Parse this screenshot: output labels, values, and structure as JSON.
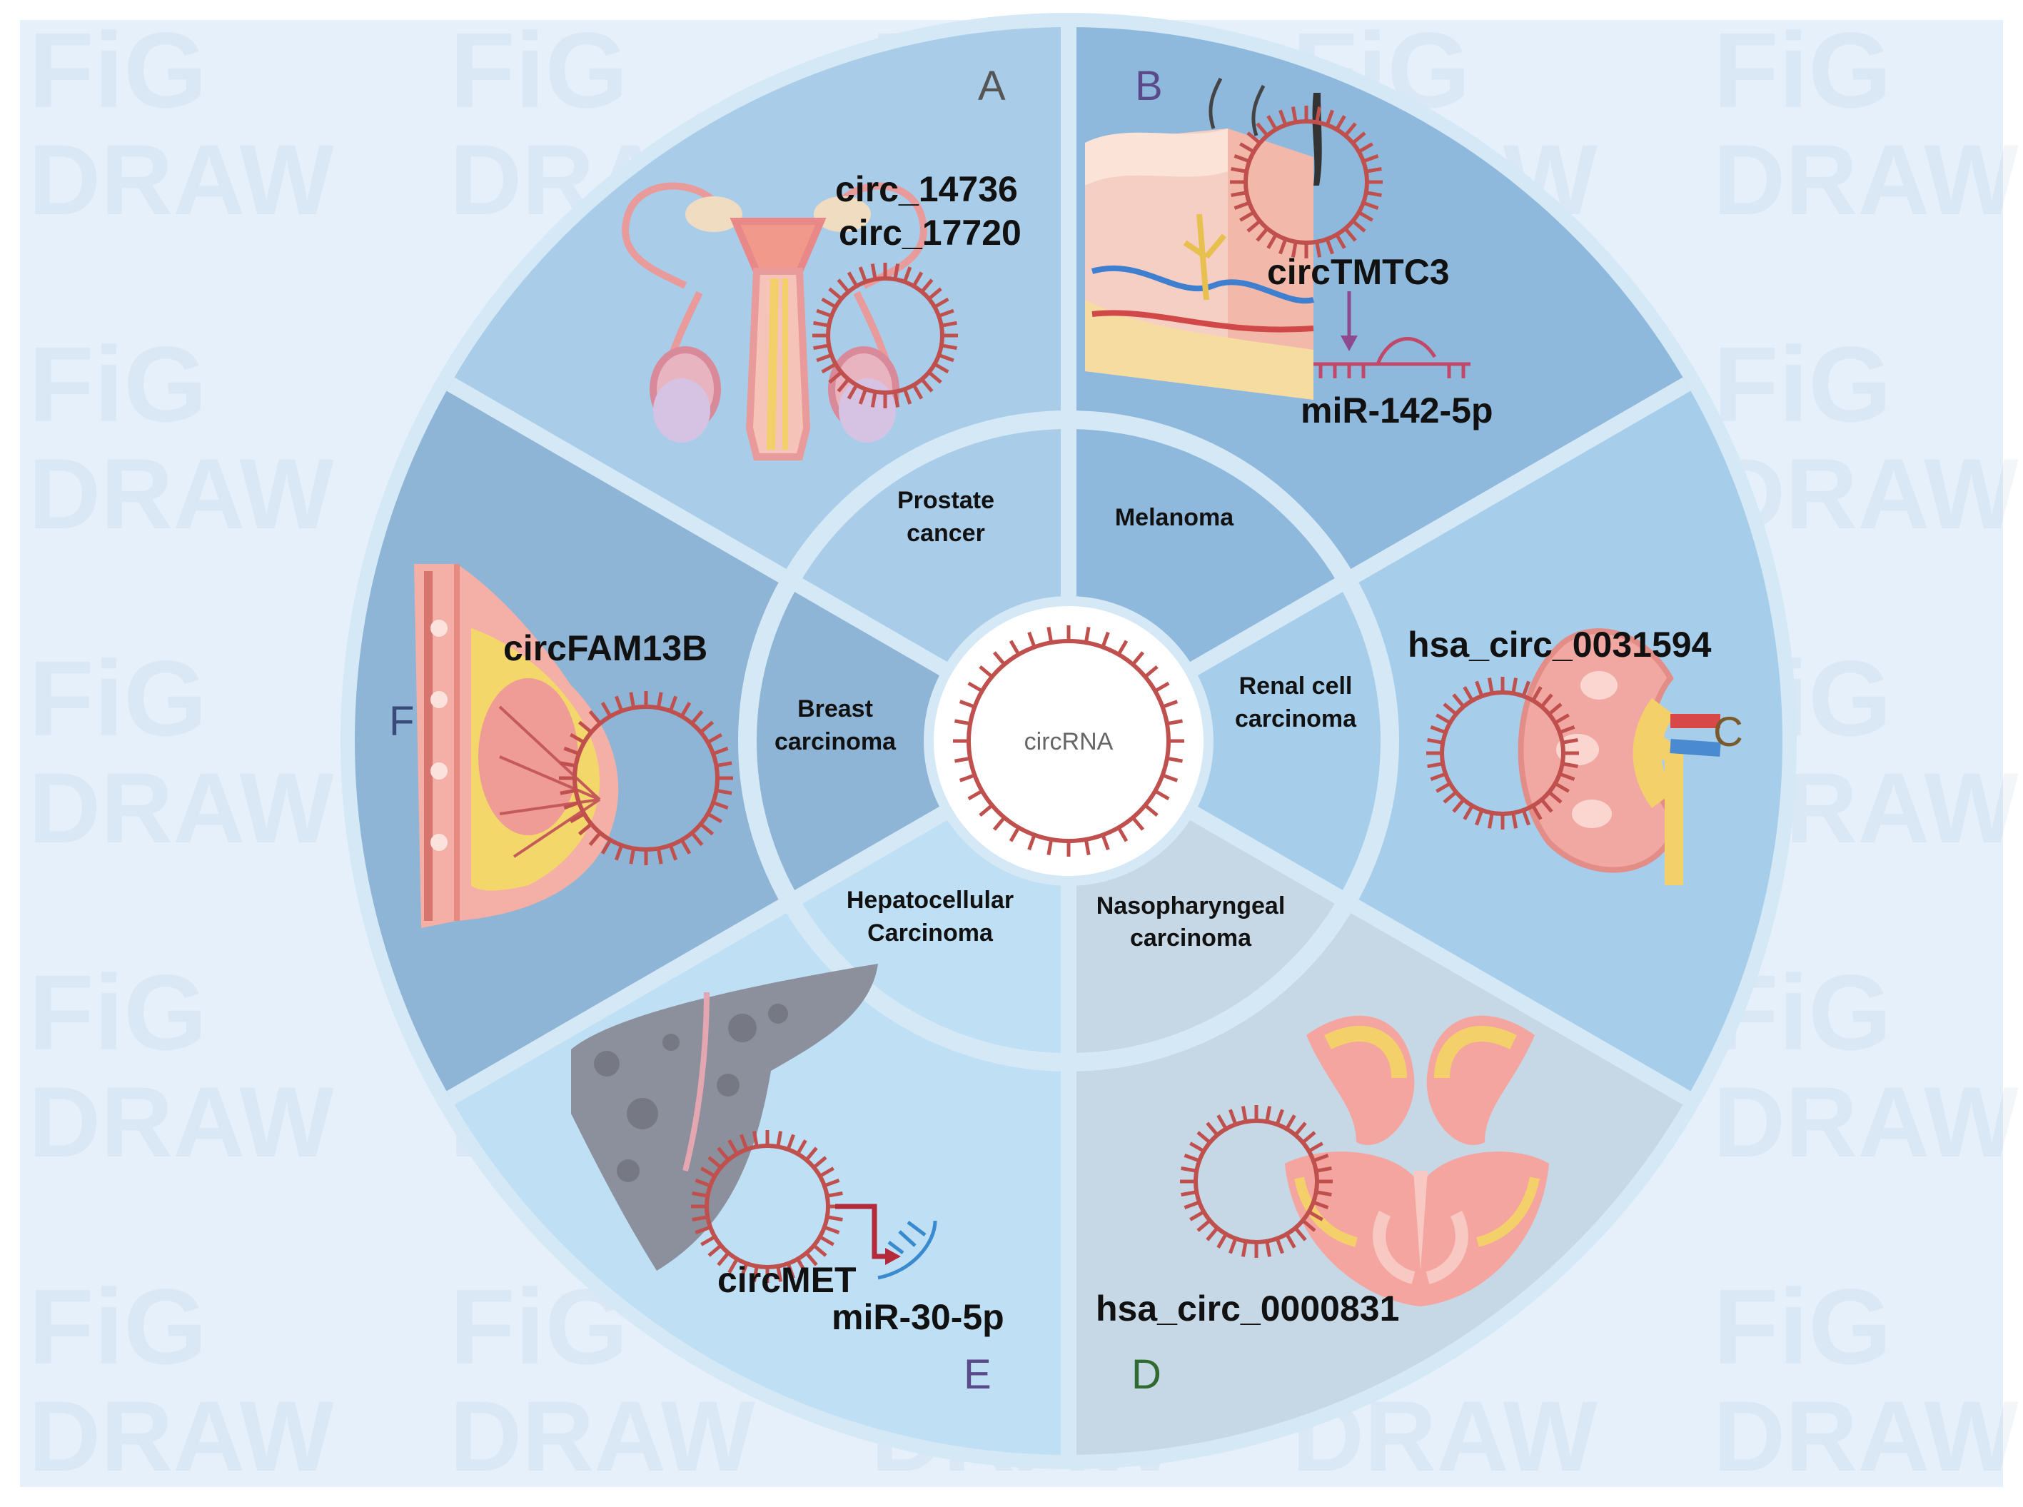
{
  "center": {
    "label": "circRNA"
  },
  "watermark": {
    "line1": "FiG",
    "line2": "DRAW"
  },
  "sectors": [
    {
      "id": "A",
      "letter": "A",
      "disease": [
        "Prostate",
        "cancer"
      ],
      "genes": [
        "circ_14736",
        "circ_17720"
      ],
      "organ": "prostate-organ"
    },
    {
      "id": "B",
      "letter": "B",
      "disease": [
        "Melanoma"
      ],
      "genes": [
        "circTMTC3"
      ],
      "target": "miR-142-5p",
      "organ": "skin-organ"
    },
    {
      "id": "C",
      "letter": "C",
      "disease": [
        "Renal cell",
        "carcinoma"
      ],
      "genes": [
        "hsa_circ_0031594"
      ],
      "organ": "kidney-organ"
    },
    {
      "id": "D",
      "letter": "D",
      "disease": [
        "Nasopharyngeal",
        "carcinoma"
      ],
      "genes": [
        "hsa_circ_0000831"
      ],
      "organ": "sinus-organ"
    },
    {
      "id": "E",
      "letter": "E",
      "disease": [
        "Hepatocellular",
        "Carcinoma"
      ],
      "genes": [
        "circMET"
      ],
      "target": "miR-30-5p",
      "organ": "liver-organ"
    },
    {
      "id": "F",
      "letter": "F",
      "disease": [
        "Breast",
        "carcinoma"
      ],
      "genes": [
        "circFAM13B"
      ],
      "organ": "breast-organ"
    }
  ],
  "colors": {
    "background": "#e5f0fb",
    "circ_ring": "#c0504d",
    "outer_border": "#d4e8f6",
    "sector_A": "#a9cde9",
    "sector_B": "#8fb9dc",
    "sector_C": "#a6cdea",
    "sector_D": "#c6d8e6",
    "sector_E": "#bfdff4",
    "sector_F": "#8fb5d6",
    "letter_A": "#555555",
    "letter_B": "#5a4a8a",
    "letter_C": "#7a5a2a",
    "letter_D": "#2f6b2f",
    "letter_E": "#5a4a8a",
    "letter_F": "#3a4a7a"
  }
}
